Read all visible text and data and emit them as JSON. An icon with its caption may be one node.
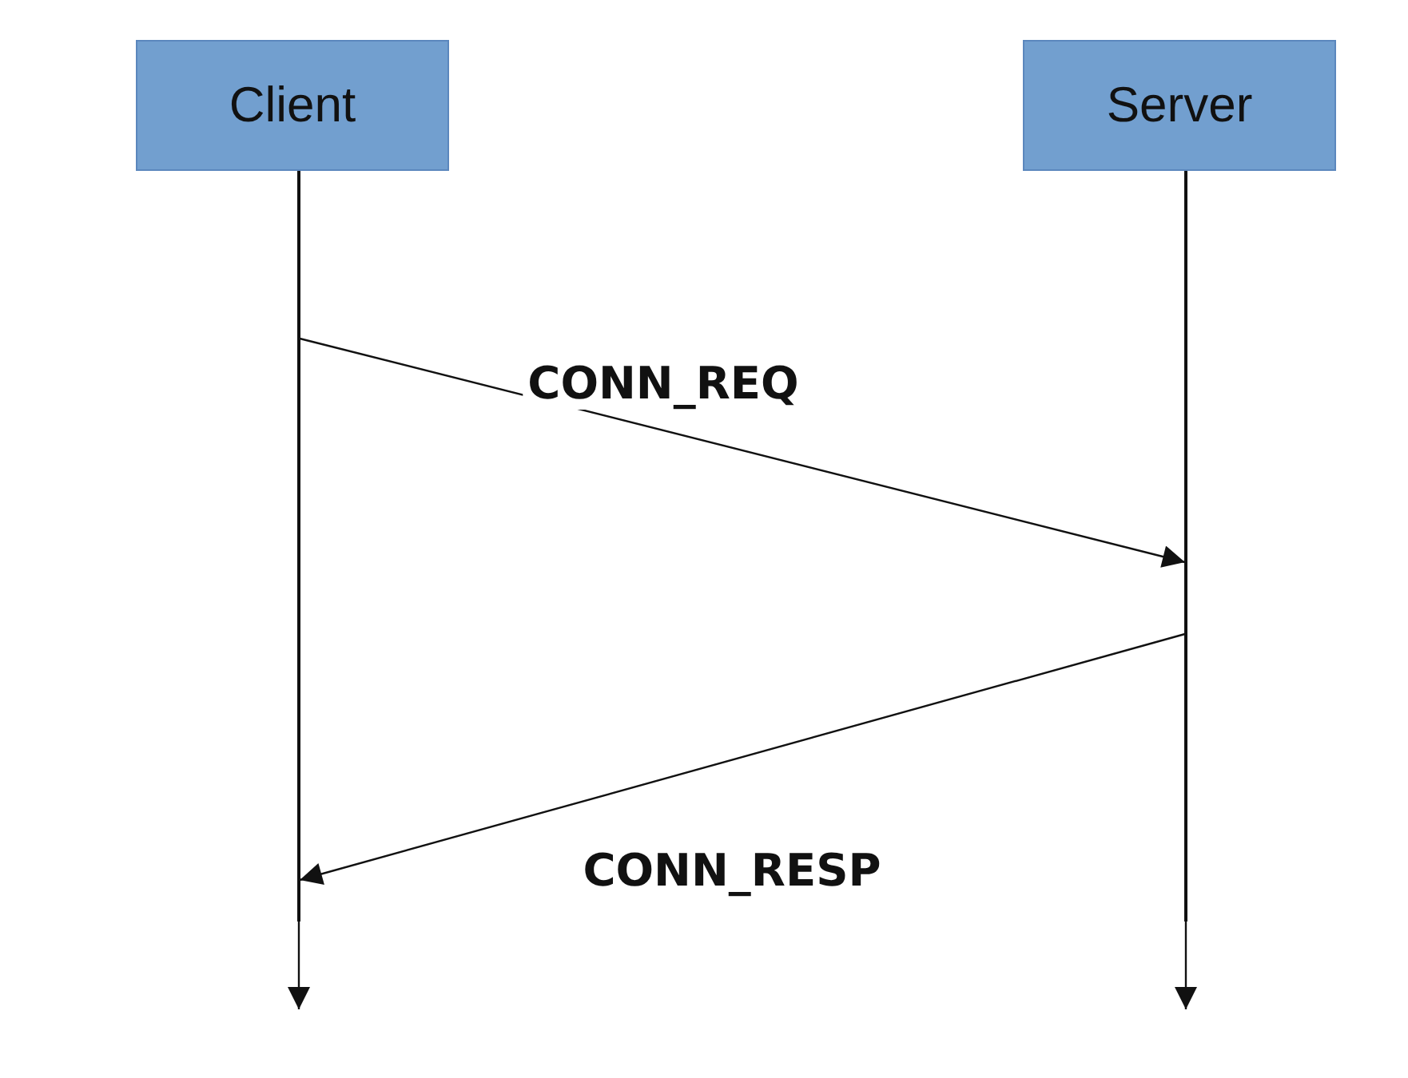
{
  "diagram": {
    "nodes": [
      {
        "text": [
          "Client"
        ]
      },
      {
        "text": [
          "Server"
        ]
      },
      {
        "text": [],
        "shape": "bar"
      },
      {
        "text": [],
        "shape": "bar"
      }
    ],
    "edges": [
      {
        "from": 2,
        "to": null,
        "arrow": "to"
      },
      {
        "from": 3,
        "to": null,
        "arrow": "to"
      },
      {
        "from": 2,
        "to": 3,
        "arrow": "to",
        "label": "CONN_REQ"
      },
      {
        "from": 3,
        "to": 2,
        "arrow": "to",
        "label": "CONN_RESP"
      }
    ]
  }
}
